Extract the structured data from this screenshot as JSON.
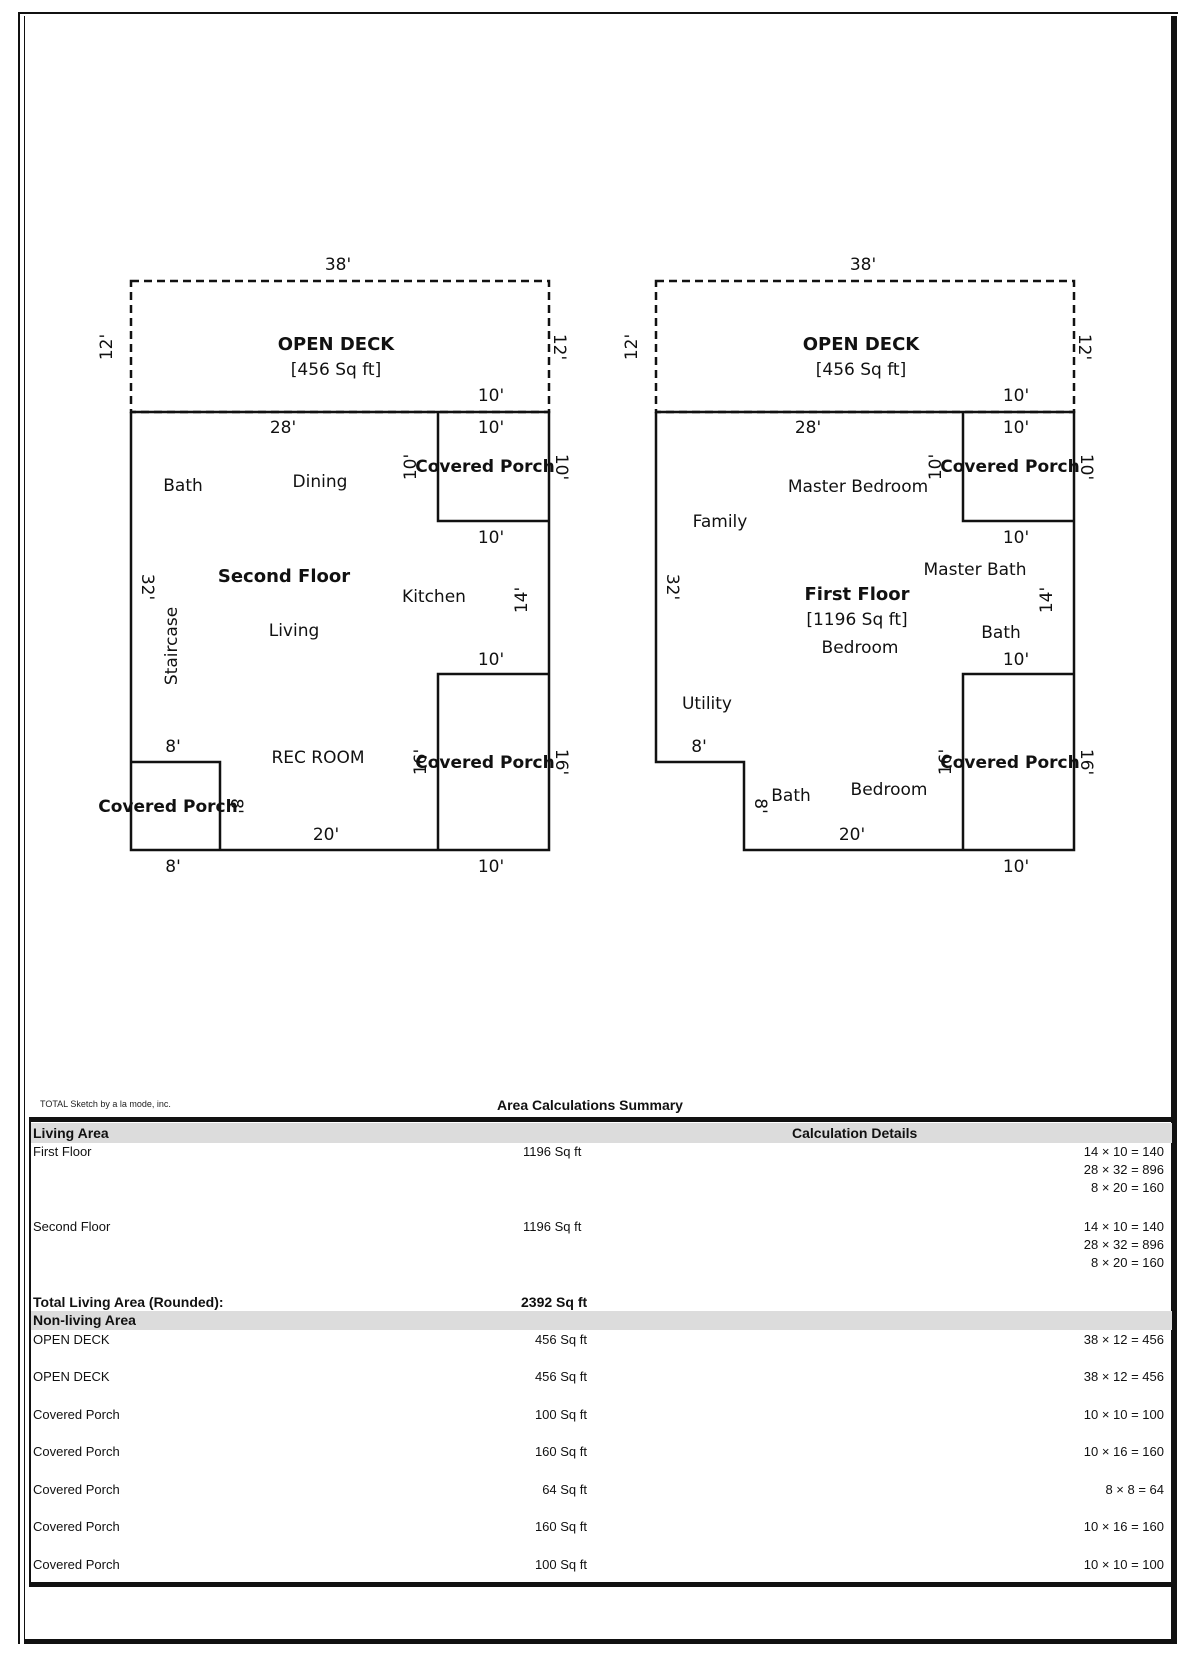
{
  "second_floor": {
    "deck_label": "OPEN DECK",
    "deck_area": "[456 Sq ft]",
    "floor_label": "Second Floor",
    "rooms": [
      "Bath",
      "Dining",
      "Kitchen",
      "Living",
      "Staircase",
      "REC ROOM"
    ],
    "porch_label": "Covered Porch",
    "porch_label_small": "Covered Porch",
    "dims": {
      "top": "38'",
      "deck_left": "12'",
      "deck_right": "12'",
      "inner_top": "28'",
      "porch_top_a": "10'",
      "porch_top_b": "10'",
      "porch_top_c": "10'",
      "porch_left": "10'",
      "porch_right": "10'",
      "left": "32'",
      "right_mid": "14'",
      "mid_b": "10'",
      "porch2_left": "16'",
      "porch2_right": "16'",
      "small_top": "8'",
      "small_right": "8'",
      "bottom_mid": "20'",
      "bottom_left": "8'",
      "bottom_right": "10'"
    }
  },
  "first_floor": {
    "deck_label": "OPEN DECK",
    "deck_area": "[456 Sq ft]",
    "floor_label": "First Floor",
    "floor_area": "[1196 Sq ft]",
    "rooms": [
      "Master Bedroom",
      "Family",
      "Master Bath",
      "Bedroom",
      "Bath",
      "Utility",
      "Bath",
      "Bedroom"
    ],
    "porch_label": "Covered Porch",
    "dims": {
      "top": "38'",
      "deck_left": "12'",
      "deck_right": "12'",
      "inner_top": "28'",
      "porch_top_a": "10'",
      "porch_top_b": "10'",
      "porch_top_c": "10'",
      "porch_left": "10'",
      "porch_right": "10'",
      "left": "32'",
      "right_mid": "14'",
      "mid_b": "10'",
      "porch2_left": "16'",
      "porch2_right": "16'",
      "step_top": "8'",
      "step_side": "8'",
      "bottom_mid": "20'",
      "bottom_right": "10'"
    }
  },
  "summary": {
    "credit": "TOTAL Sketch by a la mode, inc.",
    "title": "Area Calculations Summary",
    "living_header": "Living Area",
    "calc_header": "Calculation Details",
    "living_rows": [
      {
        "name": "First Floor",
        "area": "1196 Sq ft",
        "calcs": [
          "14 × 10  =  140",
          "28 × 32  =  896",
          "8 × 20   =  160"
        ]
      },
      {
        "name": "Second Floor",
        "area": "1196 Sq ft",
        "calcs": [
          "14 × 10  =  140",
          "28 × 32  =  896",
          "8 × 20   =  160"
        ]
      }
    ],
    "total_label": "Total Living Area (Rounded):",
    "total_value": "2392 Sq ft",
    "nonliving_header": "Non-living Area",
    "nonliving_rows": [
      {
        "name": "OPEN DECK",
        "area": "456 Sq ft",
        "calc": "38 × 12  =  456"
      },
      {
        "name": "OPEN DECK",
        "area": "456 Sq ft",
        "calc": "38 × 12  =  456"
      },
      {
        "name": "Covered Porch",
        "area": "100 Sq ft",
        "calc": "10 × 10  =  100"
      },
      {
        "name": "Covered Porch",
        "area": "160 Sq ft",
        "calc": "10 × 16  =  160"
      },
      {
        "name": "Covered Porch",
        "area": "64 Sq ft",
        "calc": "8 × 8     =    64"
      },
      {
        "name": "Covered Porch",
        "area": "160 Sq ft",
        "calc": "10 × 16  =  160"
      },
      {
        "name": "Covered Porch",
        "area": "100 Sq ft",
        "calc": "10 × 10  =  100"
      }
    ]
  }
}
